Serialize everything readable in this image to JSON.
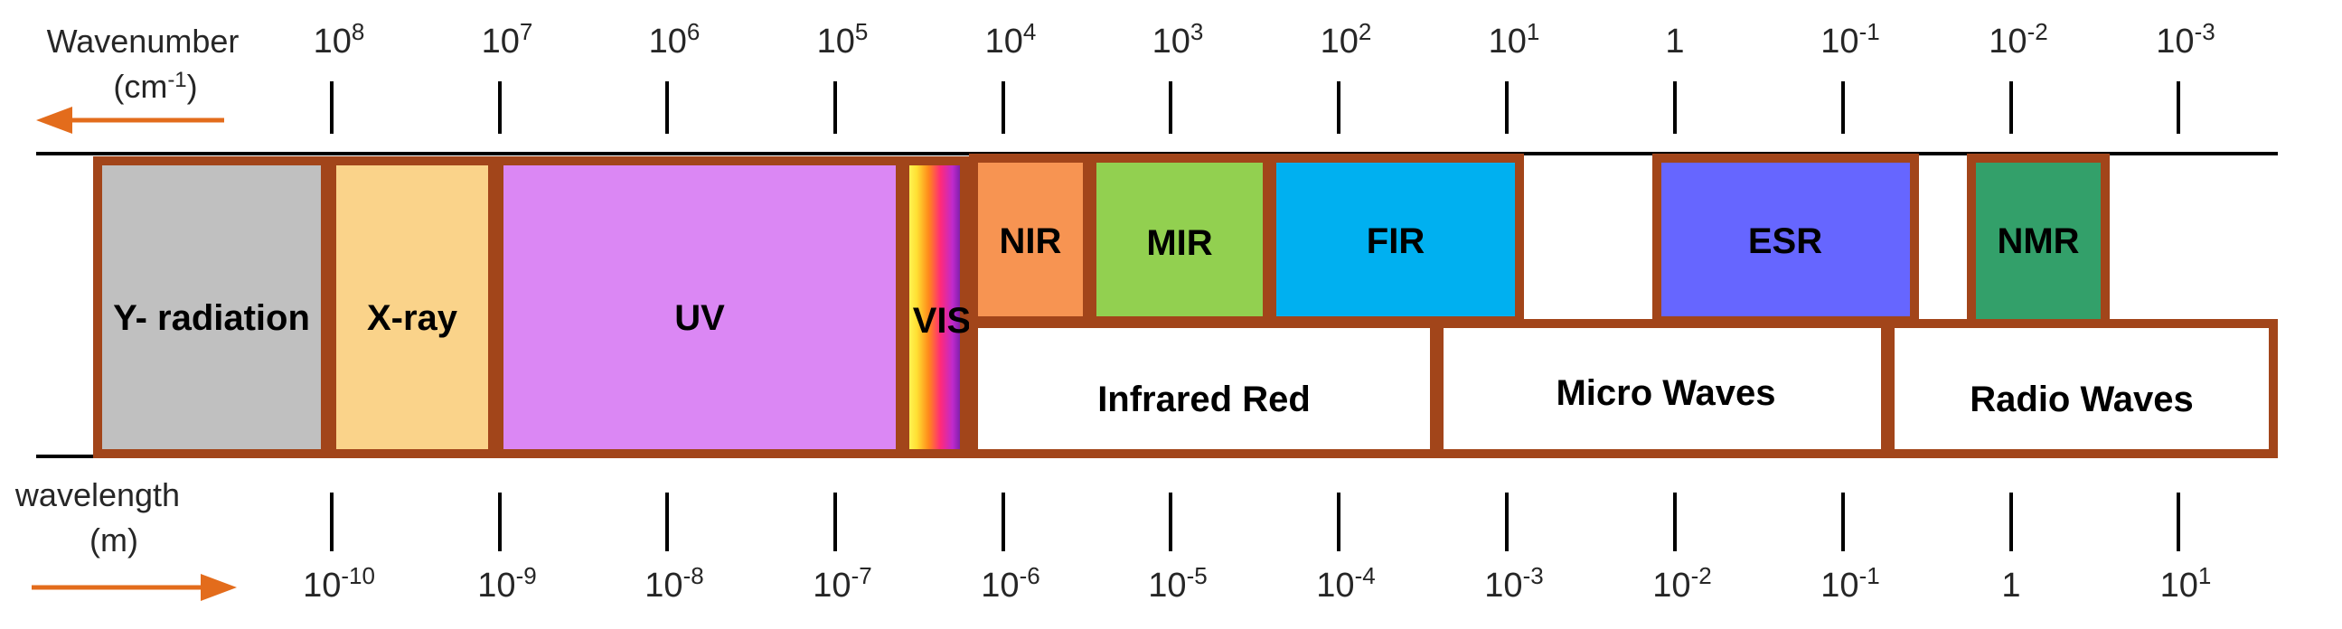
{
  "colors": {
    "border": "#a2451a",
    "line": "#000000",
    "arrow": "#e36c1c",
    "gamma": "#c0c0c0",
    "xray": "#fad38a",
    "uv": "#db87f4",
    "nir": "#f79452",
    "mir": "#92d050",
    "fir": "#00b0f0",
    "esr": "#6666ff",
    "nmr": "#33a06a",
    "band": "#ffffff"
  },
  "wavenumber": {
    "label_line1": "Wavenumber",
    "label_line2_base": "(cm",
    "label_line2_sup": "-1",
    "label_line2_tail": ")",
    "arrow_direction": "left",
    "ticks": [
      {
        "base": "10",
        "exp": "8"
      },
      {
        "base": "10",
        "exp": "7"
      },
      {
        "base": "10",
        "exp": "6"
      },
      {
        "base": "10",
        "exp": "5"
      },
      {
        "base": "10",
        "exp": "4"
      },
      {
        "base": "10",
        "exp": "3"
      },
      {
        "base": "10",
        "exp": "2"
      },
      {
        "base": "10",
        "exp": "1"
      },
      {
        "base": "1",
        "exp": ""
      },
      {
        "base": "10",
        "exp": "-1"
      },
      {
        "base": "10",
        "exp": "-2"
      },
      {
        "base": "10",
        "exp": "-3"
      }
    ]
  },
  "wavelength": {
    "label_line1": "wavelength",
    "label_line2": "(m)",
    "arrow_direction": "right",
    "ticks": [
      {
        "base": "10",
        "exp": "-10"
      },
      {
        "base": "10",
        "exp": "-9"
      },
      {
        "base": "10",
        "exp": "-8"
      },
      {
        "base": "10",
        "exp": "-7"
      },
      {
        "base": "10",
        "exp": "-6"
      },
      {
        "base": "10",
        "exp": "-5"
      },
      {
        "base": "10",
        "exp": "-4"
      },
      {
        "base": "10",
        "exp": "-3"
      },
      {
        "base": "10",
        "exp": "-2"
      },
      {
        "base": "10",
        "exp": "-1"
      },
      {
        "base": "1",
        "exp": ""
      },
      {
        "base": "10",
        "exp": "1"
      }
    ]
  },
  "regions": {
    "gamma": "Y- radiation",
    "xray": "X-ray",
    "uv": "UV",
    "vis": "VIS",
    "nir": "NIR",
    "mir": "MIR",
    "fir": "FIR",
    "esr": "ESR",
    "nmr": "NMR",
    "infrared": "Infrared Red",
    "microwaves": "Micro Waves",
    "radiowaves": "Radio Waves"
  }
}
